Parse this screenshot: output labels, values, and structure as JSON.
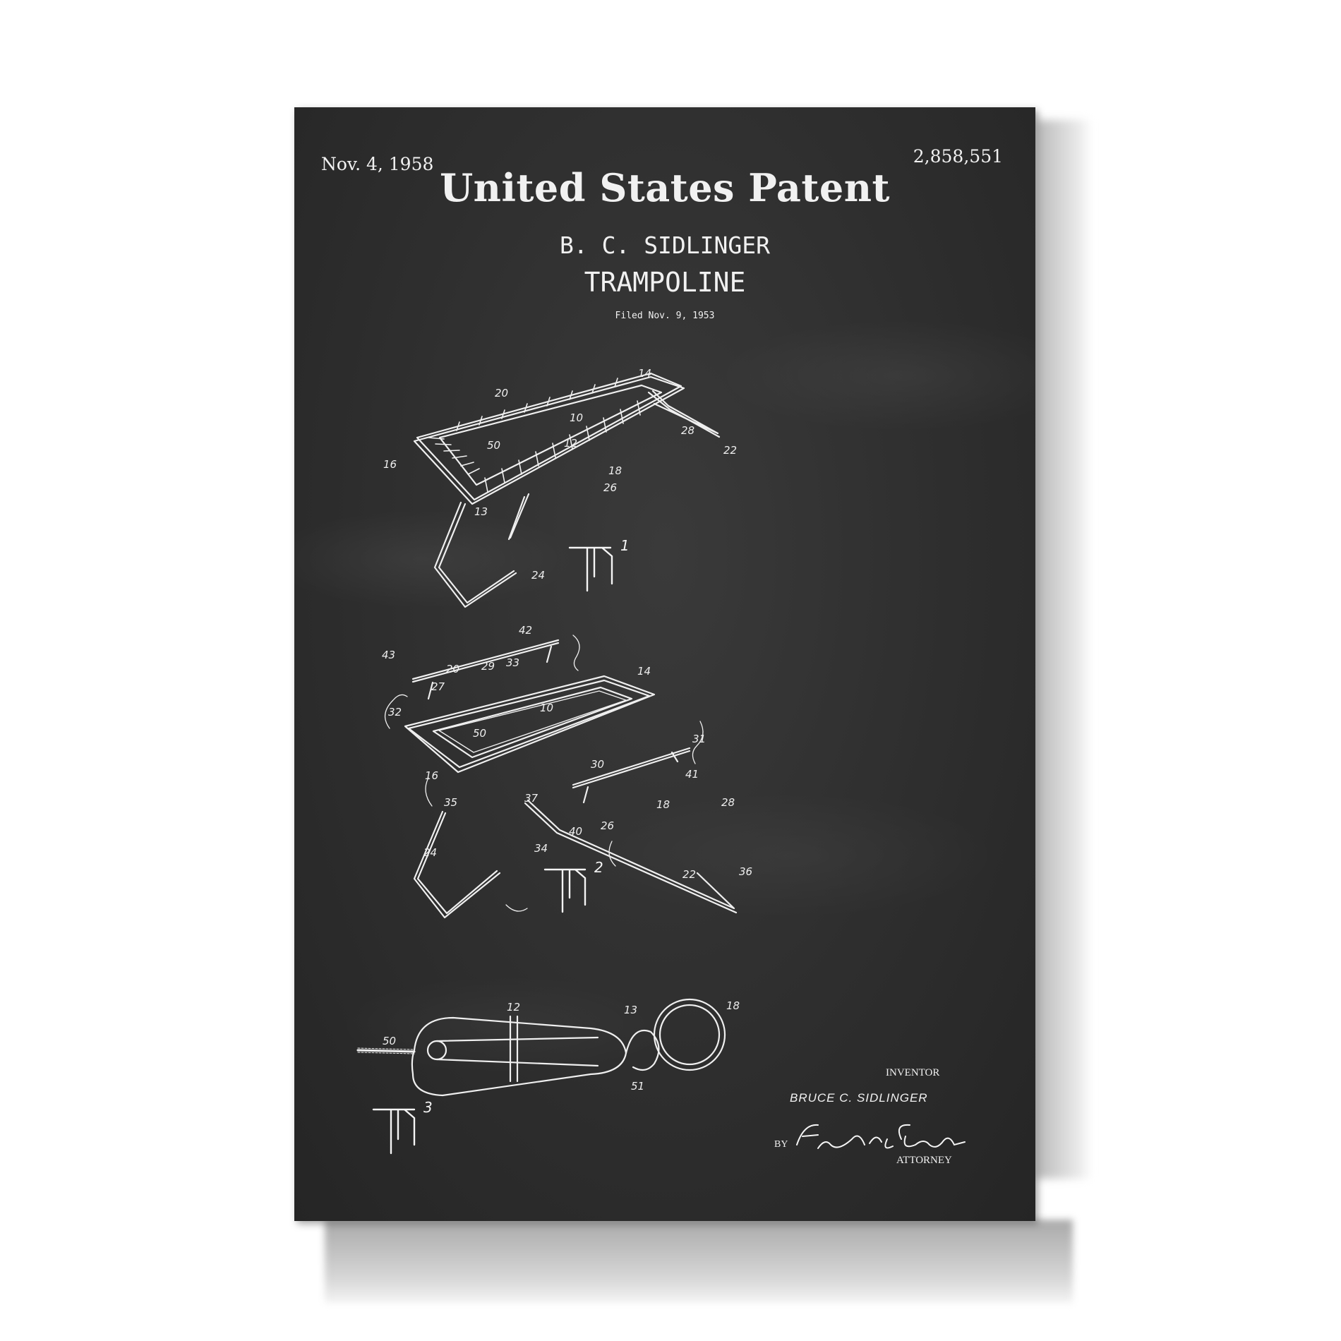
{
  "patent": {
    "date": "Nov. 4, 1958",
    "number": "2,858,551",
    "title": "United States Patent",
    "inventor_short": "B. C. SIDLINGER",
    "invention": "TRAMPOLINE",
    "filed": "Filed Nov. 9, 1953"
  },
  "figures": {
    "fig1_refs": [
      "14",
      "20",
      "10",
      "28",
      "22",
      "50",
      "12",
      "18",
      "16",
      "26",
      "13",
      "24"
    ],
    "fig2_refs": [
      "42",
      "43",
      "20",
      "29",
      "27",
      "33",
      "14",
      "32",
      "10",
      "31",
      "50",
      "16",
      "41",
      "30",
      "28",
      "18",
      "35",
      "37",
      "40",
      "26",
      "24",
      "34",
      "22",
      "36"
    ],
    "fig3_refs": [
      "12",
      "50",
      "13",
      "18",
      "51"
    ]
  },
  "signature_block": {
    "inventor_label": "INVENTOR",
    "inventor_name": "BRUCE C. SIDLINGER",
    "by_label": "BY",
    "signature": "Fisher & Christen",
    "attorney_label": "ATTORNEY"
  },
  "colors": {
    "chalkboard": "#2e2e2e",
    "chalk": "#f1f1f1"
  }
}
